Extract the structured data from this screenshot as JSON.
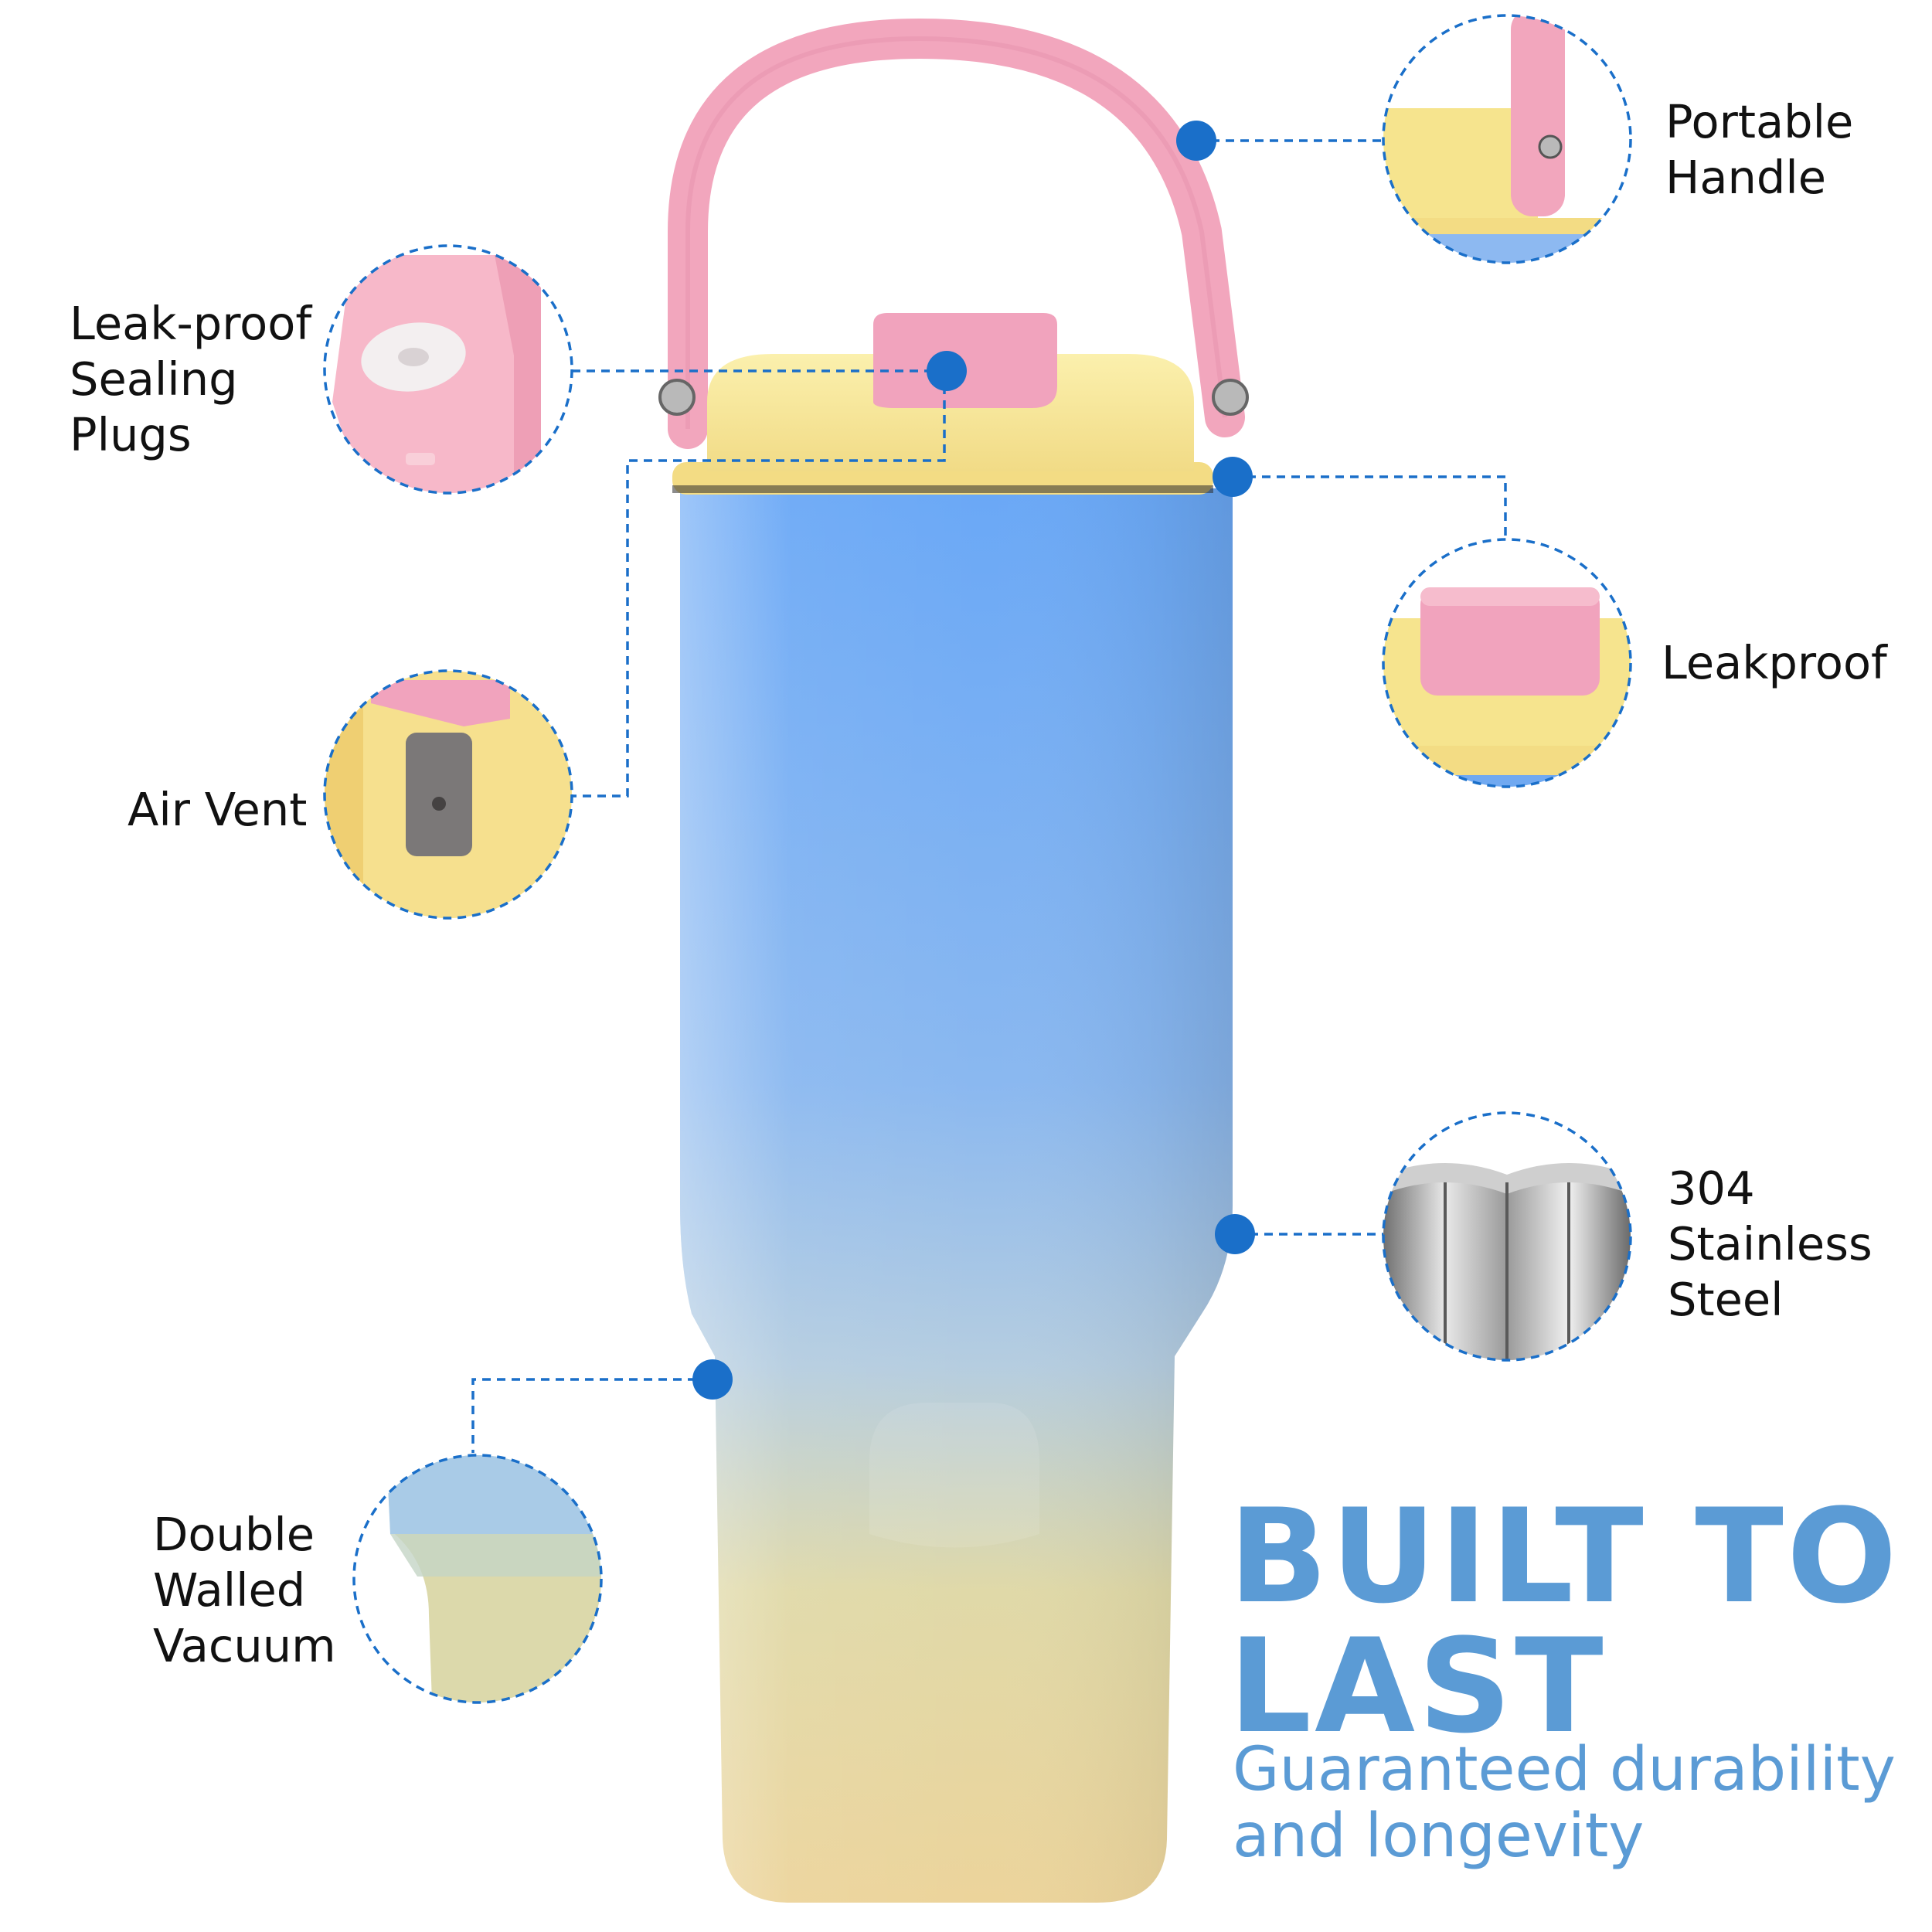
{
  "features": [
    {
      "id": "portable-handle",
      "label": "Portable\nHandle"
    },
    {
      "id": "leak-proof-sealing-plugs",
      "label": "Leak-proof\nSealing\nPlugs"
    },
    {
      "id": "leakproof",
      "label": "Leakproof"
    },
    {
      "id": "air-vent",
      "label": "Air Vent"
    },
    {
      "id": "stainless-steel",
      "label": "304\nStainless\nSteel"
    },
    {
      "id": "double-walled-vacuum",
      "label": "Double\nWalled\nVacuum"
    }
  ],
  "headline": "BUILT TO\nLAST",
  "tagline": "Guaranteed durability\nand longevity",
  "colors": {
    "accent": "#1a6fc9",
    "headline": "#5b9bd5",
    "tumbler_blue": "#6aa9f5",
    "tumbler_yellow": "#ecd49b",
    "lid_yellow": "#f7e79a",
    "handle_pink": "#f2a6bd",
    "text": "#111111"
  }
}
